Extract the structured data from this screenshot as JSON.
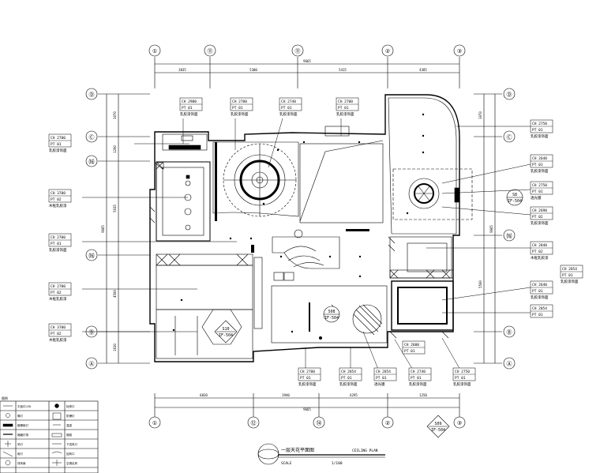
{
  "grid": {
    "top": [
      "①",
      "⑪",
      "⑪",
      "②",
      "③"
    ],
    "bottom": [
      "①",
      "⑫",
      "⑭",
      "②",
      "③"
    ],
    "left": [
      "Ⓓ",
      "Ⓒ",
      "⒃",
      "⒃",
      "Ⓑ",
      "Ⓐ"
    ],
    "right": [
      "Ⓓ",
      "Ⓒ",
      "⒃",
      "Ⓑ",
      "Ⓐ"
    ]
  },
  "dims": {
    "top_total": "9665",
    "top_segments": [
      "3035",
      "5300",
      "5415",
      "4385"
    ],
    "bottom_total": "9665",
    "bottom_segments": [
      "6020",
      "3940",
      "6295",
      "1250"
    ],
    "left_total": "9665",
    "left_segments": [
      "3070",
      "1290",
      "5035",
      "4500",
      "1630"
    ],
    "right_total": "9665",
    "right_segments": [
      "3070",
      "5500"
    ]
  },
  "tags": [
    {
      "ch": "CH 2900",
      "pt": "PT 01",
      "label": "乳胶漆饰面"
    },
    {
      "ch": "CH 2700",
      "pt": "PT 01",
      "label": "乳胶漆饰面"
    },
    {
      "ch": "CH 2740",
      "pt": "PT 01",
      "label": "乳胶漆饰面"
    },
    {
      "ch": "CH 2700",
      "pt": "PT 01",
      "label": "乳胶漆饰面"
    },
    {
      "ch": "CH 2700",
      "pt": "PT 01",
      "label": "乳胶漆饰面"
    },
    {
      "ch": "CH 3700",
      "pt": "PT 02",
      "label": "木框乳胶漆"
    },
    {
      "ch": "CH 2700",
      "pt": "PT 01",
      "label": "乳胶漆饰面"
    },
    {
      "ch": "CH 2700",
      "pt": "PT 02",
      "label": "木框乳胶漆"
    },
    {
      "ch": "CH 3700",
      "pt": "PT 02",
      "label": "木框乳胶漆"
    },
    {
      "ch": "CH 2750",
      "pt": "PT 01",
      "label": "乳胶漆饰面"
    },
    {
      "ch": "CH 2640",
      "pt": "PT 01",
      "label": "乳胶漆饰面"
    },
    {
      "ch": "CH 2750",
      "pt": "PT 01",
      "label": "透光膜"
    },
    {
      "ch": "CH 2690",
      "pt": "PT 02",
      "label": "乳胶漆饰面"
    },
    {
      "ch": "CH 2840",
      "pt": "PT 02",
      "label": "木框乳胶漆"
    },
    {
      "ch": "CH 2854",
      "pt": "PT 01",
      "label": "乳胶漆饰面"
    },
    {
      "ch": "CH 2640",
      "pt": "PT 01",
      "label": "乳胶漆饰面"
    },
    {
      "ch": "CH 2854",
      "pt": "PT 01",
      "label": ""
    },
    {
      "ch": "CH 2700",
      "pt": "PT 01",
      "label": "乳胶漆饰面"
    },
    {
      "ch": "CH 2854",
      "pt": "PT 01",
      "label": "乳胶漆饰面"
    },
    {
      "ch": "CH 2854",
      "pt": "PT 01",
      "label": "透光膜"
    },
    {
      "ch": "CH 2740",
      "pt": "PT 01",
      "label": "乳胶漆饰面"
    },
    {
      "ch": "CH 2750",
      "pt": "PT 01",
      "label": "乳胶漆饰面"
    },
    {
      "ch": "CH 2600",
      "pt": "PT 01",
      "label": ""
    }
  ],
  "sections": [
    {
      "num": "S8",
      "ref": "IF-504"
    },
    {
      "num": "S10",
      "ref": "IF-504"
    },
    {
      "num": "S09",
      "ref": "IF-504"
    },
    {
      "num": "S08",
      "ref": "IF-504"
    }
  ],
  "title": {
    "cn": "一层天花平面图",
    "en": "CEILING PLAN",
    "scale_label": "SCALE",
    "scale_value": "1/100"
  },
  "legend": {
    "heading": "图例",
    "items": [
      "平板灯LED",
      "筒灯",
      "格栅射灯",
      "暗藏灯带",
      "吊灯",
      "射灯",
      "排风扇",
      "检修口",
      "防爆灯",
      "温感",
      "烟感",
      "下送风口",
      "回风口",
      "空调出风"
    ]
  }
}
